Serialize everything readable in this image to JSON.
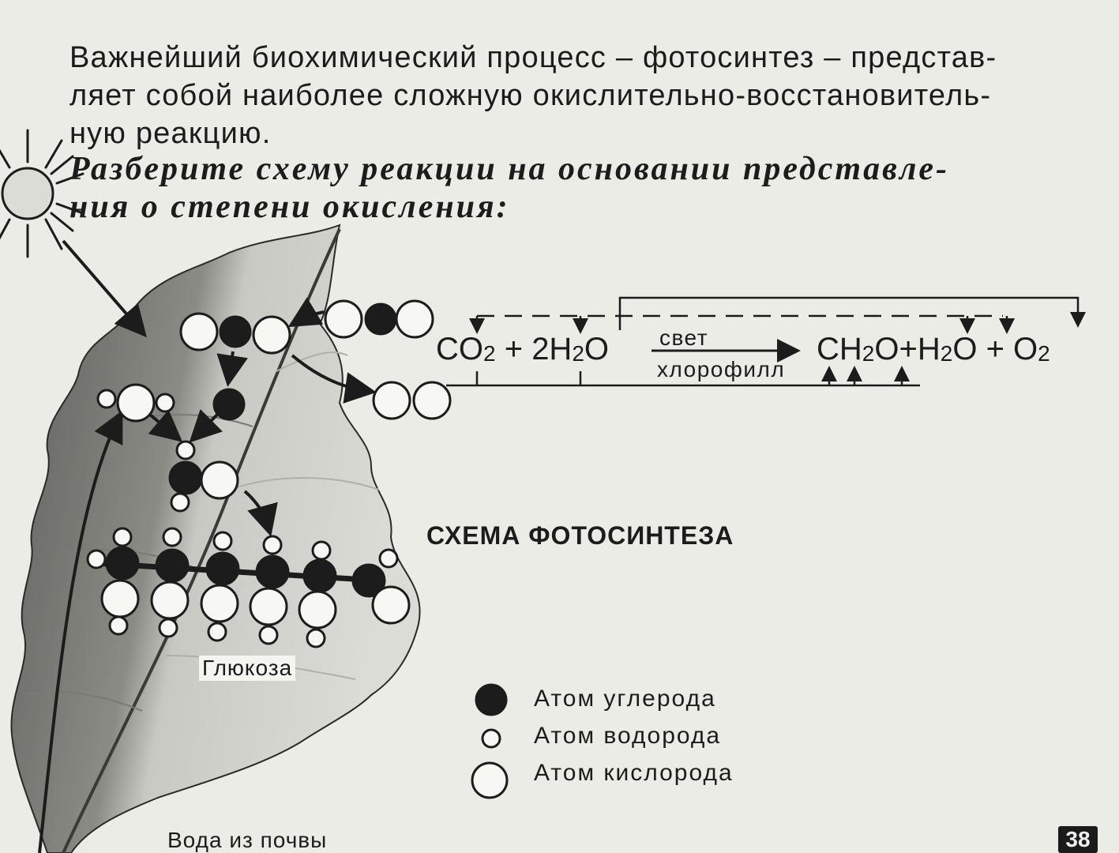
{
  "intro": {
    "line1": "Важнейший биохимический процесс – фотосинтез – представ-",
    "line2": "ляет собой наиболее сложную окислительно-восстановитель-",
    "line3": "ную реакцию."
  },
  "task": {
    "line1": "Разберите схему реакции на основании представле-",
    "line2": "ния о степени окисления:"
  },
  "equation": {
    "reactants": [
      {
        "main": "CO",
        "sub": "2"
      },
      {
        "plus": "+"
      },
      {
        "main": "2H",
        "sub": "2",
        "tail": "O"
      }
    ],
    "conditions_top": "свет",
    "conditions_bottom": "хлорофилл",
    "products": [
      {
        "main": "CH",
        "sub": "2",
        "tail": "O"
      },
      {
        "plus": "+"
      },
      {
        "main": "H",
        "sub": "2",
        "tail": "O"
      },
      {
        "plus": "+"
      },
      {
        "main": "O",
        "sub": "2"
      }
    ]
  },
  "diagram_title": "СХЕМА ФОТОСИНТЕЗА",
  "glucose_label": "Глюкоза",
  "water_label": "Вода из почвы",
  "legend": {
    "carbon": "Атом углерода",
    "hydrogen": "Атом водорода",
    "oxygen": "Атом кислорода"
  },
  "slide_number": "38",
  "colors": {
    "background": "#ececE7",
    "ink": "#1c1c1c",
    "leaf_dark": "#6a6a66",
    "leaf_light": "#c8c8c4"
  }
}
